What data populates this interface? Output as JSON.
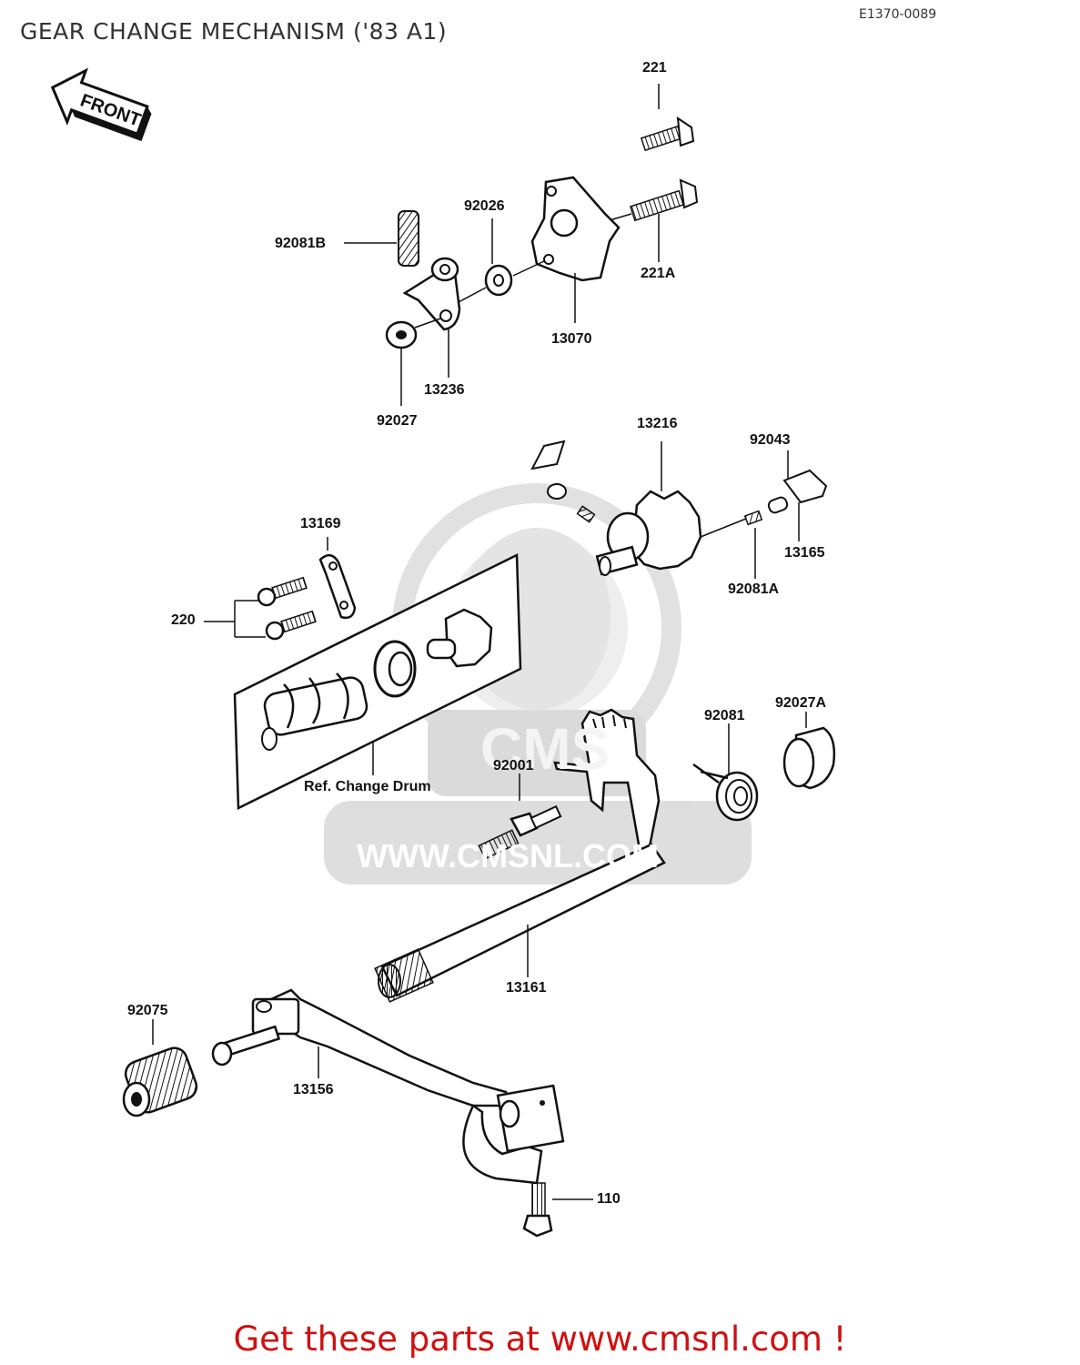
{
  "header": {
    "title": "GEAR CHANGE MECHANISM ('83 A1)",
    "ref_code": "E1370-0089"
  },
  "front_arrow": {
    "label": "FRONT"
  },
  "watermark": {
    "text": "WWW.CMSNL.COM",
    "logo_text": "CMS"
  },
  "parts": [
    {
      "id": "p221",
      "number": "221"
    },
    {
      "id": "p221a",
      "number": "221A"
    },
    {
      "id": "p92026",
      "number": "92026"
    },
    {
      "id": "p92081b",
      "number": "92081B"
    },
    {
      "id": "p13070",
      "number": "13070"
    },
    {
      "id": "p13236",
      "number": "13236"
    },
    {
      "id": "p92027",
      "number": "92027"
    },
    {
      "id": "p13216",
      "number": "13216"
    },
    {
      "id": "p92043",
      "number": "92043"
    },
    {
      "id": "p13165",
      "number": "13165"
    },
    {
      "id": "p92081a",
      "number": "92081A"
    },
    {
      "id": "p13169",
      "number": "13169"
    },
    {
      "id": "p220",
      "number": "220"
    },
    {
      "id": "p92081",
      "number": "92081"
    },
    {
      "id": "p92027a",
      "number": "92027A"
    },
    {
      "id": "p92001",
      "number": "92001"
    },
    {
      "id": "p13161",
      "number": "13161"
    },
    {
      "id": "p92075",
      "number": "92075"
    },
    {
      "id": "p13156",
      "number": "13156"
    },
    {
      "id": "p110",
      "number": "110"
    }
  ],
  "reference_box": {
    "label": "Ref. Change Drum"
  },
  "footer": {
    "cta": "Get these parts at www.cmsnl.com !"
  }
}
